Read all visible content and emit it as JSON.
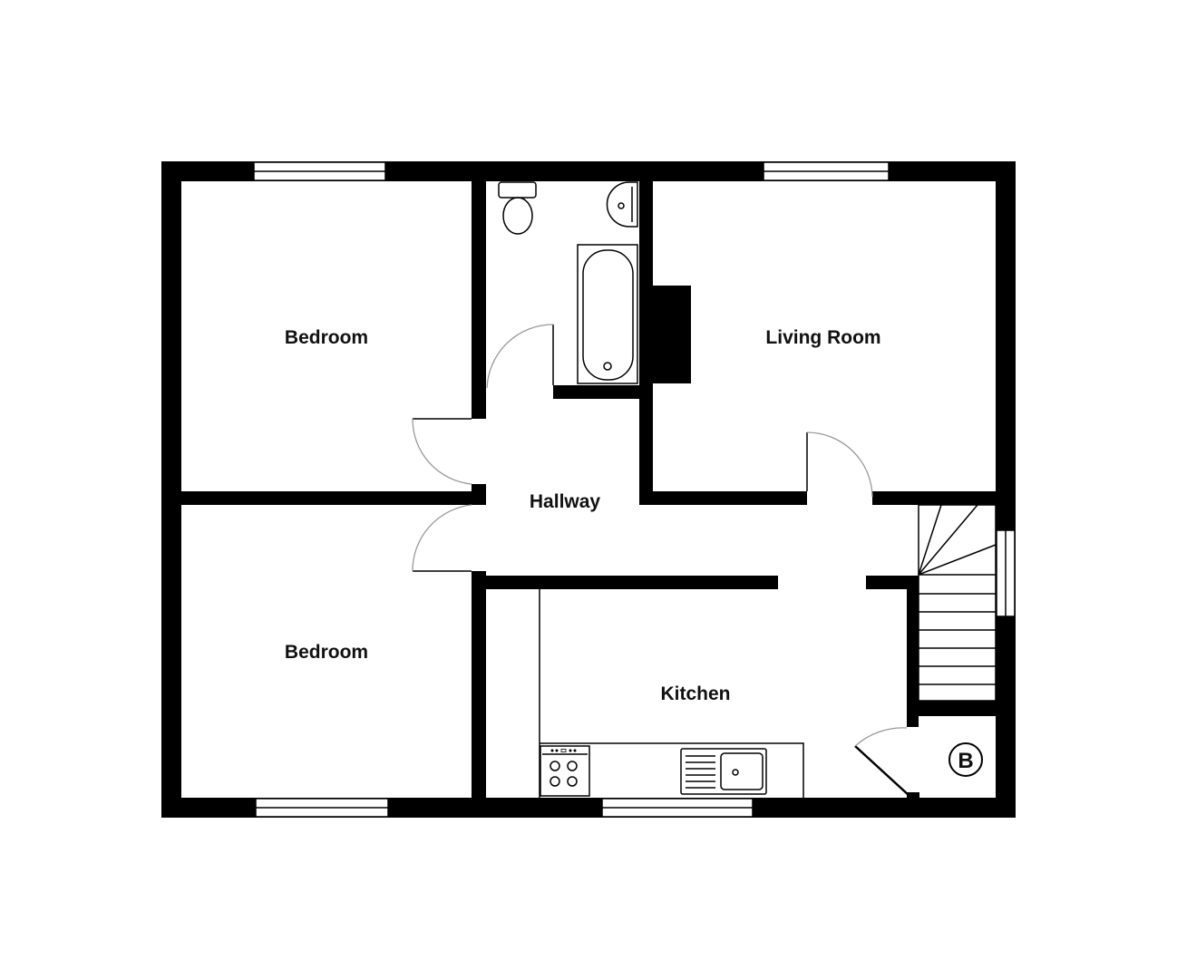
{
  "rooms": {
    "bedroom_1": "Bedroom",
    "bedroom_2": "Bedroom",
    "living_room": "Living Room",
    "hallway": "Hallway",
    "kitchen": "Kitchen"
  },
  "symbols": {
    "boiler": "B"
  },
  "colors": {
    "wall": "#000000",
    "background": "#ffffff",
    "door_swing": "#999999"
  }
}
